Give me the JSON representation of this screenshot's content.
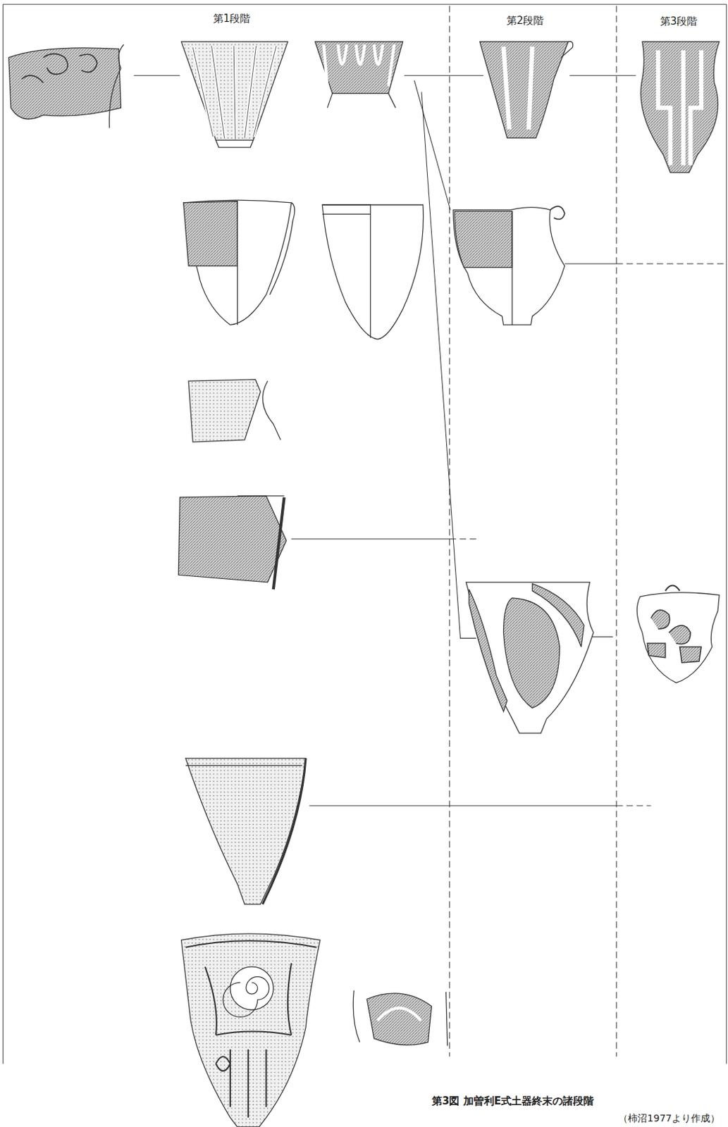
{
  "diagram": {
    "caption": "第3図 加曽利E式土器終末の諸段階",
    "labels": [
      "第1段階",
      "第2段階",
      "第3段階",
      "（柿沼1977より作成）"
    ]
  }
}
